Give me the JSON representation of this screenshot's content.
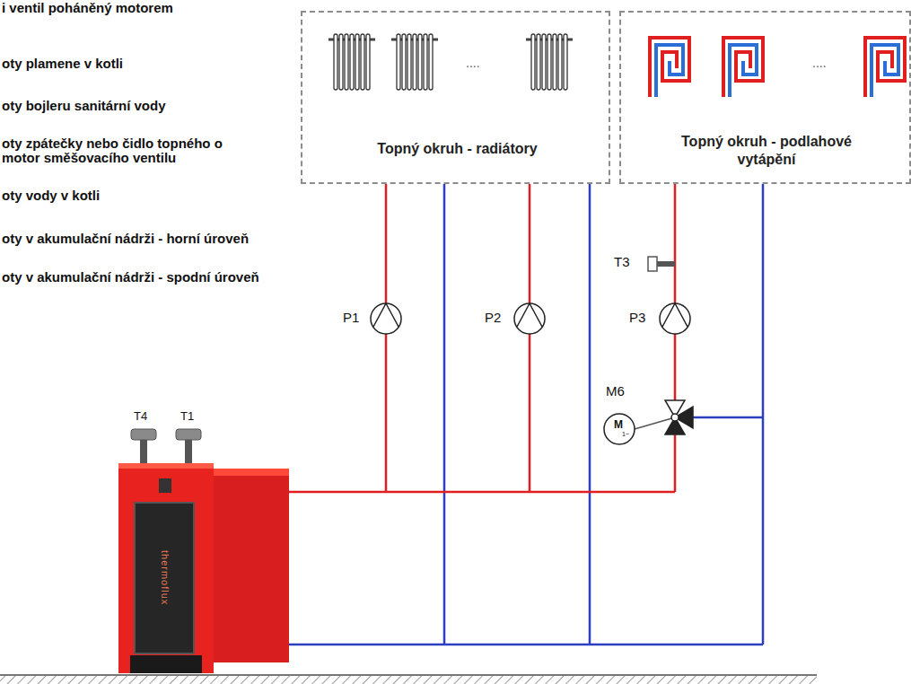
{
  "diagram": {
    "nodes": [
      {
        "text": [
          "Topný okruh - radiátory"
        ]
      },
      {
        "text": [
          "Topný okruh - podlahové vytápění"
        ]
      }
    ],
    "labels": [
      "i ventil poháněný motorem",
      "oty plamene v kotli",
      "oty bojleru sanitární vody",
      "oty zpátečky nebo čidlo topného o motor směšovacího ventilu",
      "oty vody v kotli",
      "oty v akumulační nádrži - horní úroveň",
      "oty v akumulační nádrži - spodní úroveň",
      "....",
      "....",
      "T3",
      "P1",
      "P2",
      "P3",
      "M6",
      "M",
      "1~",
      "T4",
      "T1",
      "thermoflux"
    ]
  }
}
